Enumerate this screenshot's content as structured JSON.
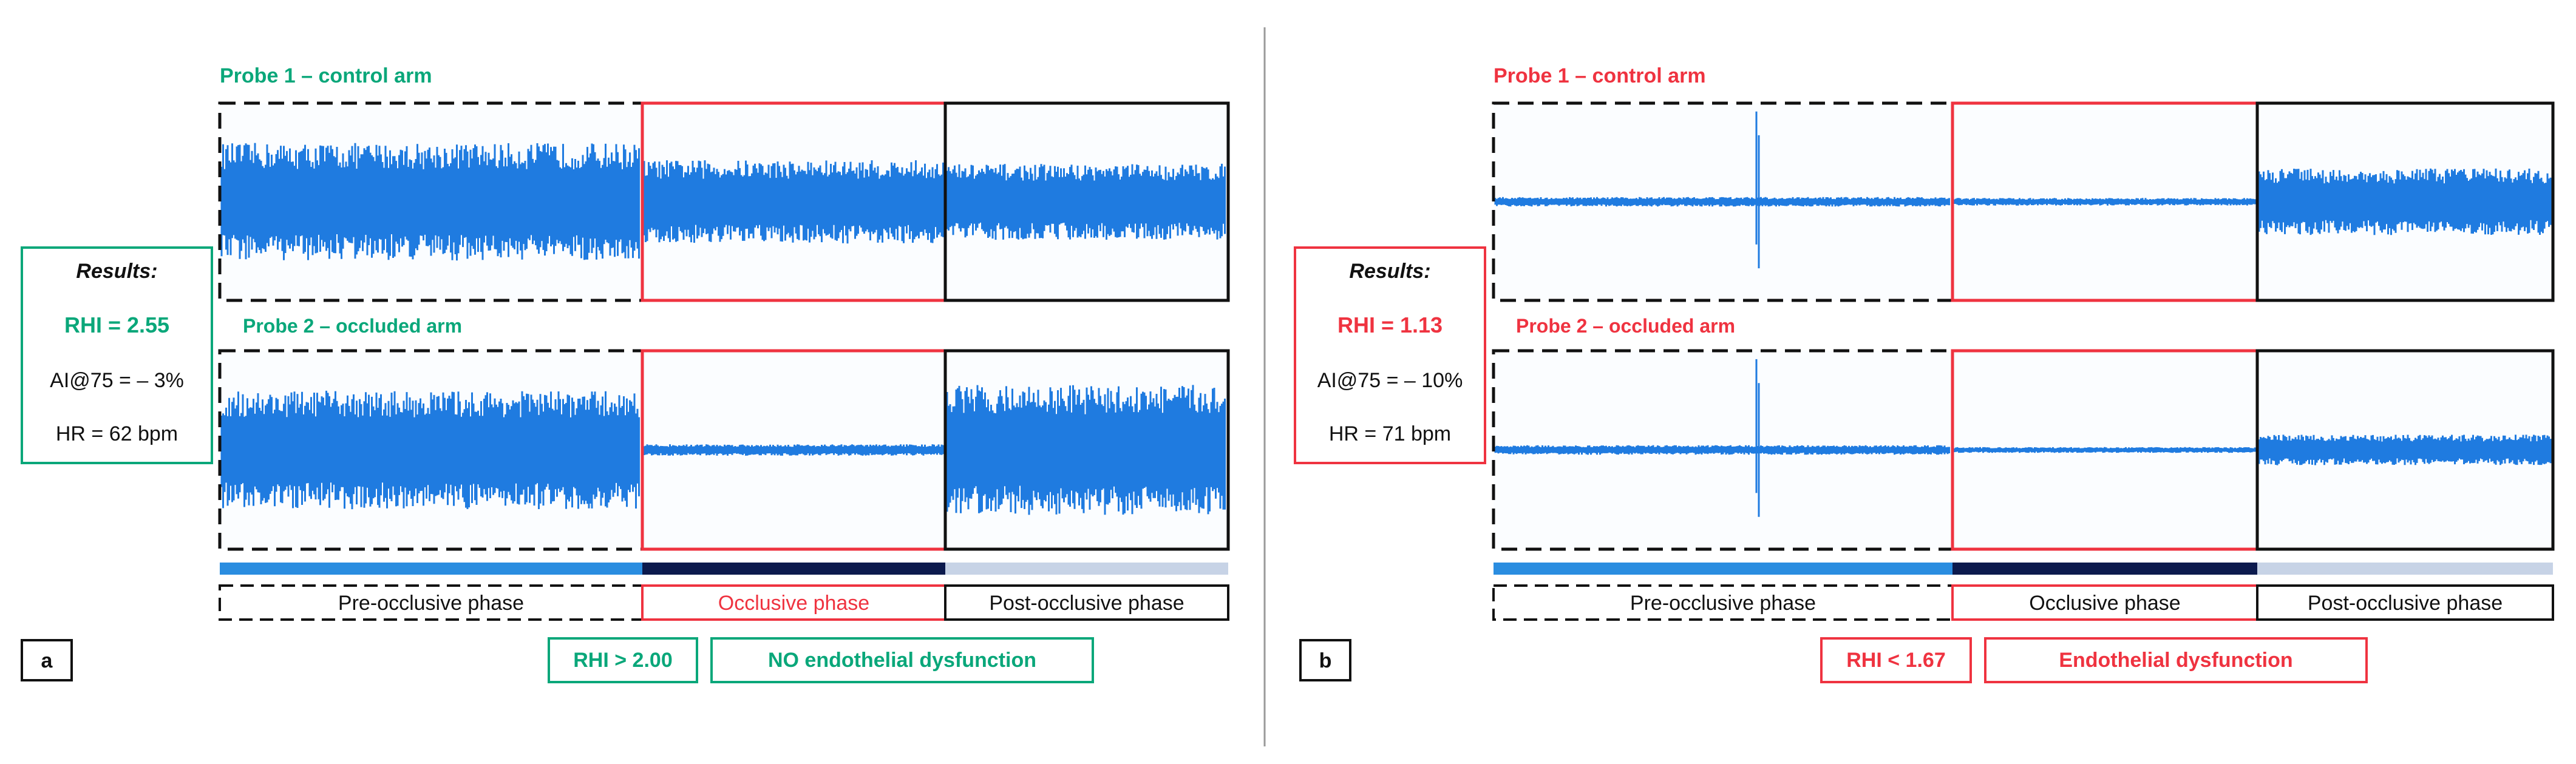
{
  "colors": {
    "signal": "#1f7be0",
    "green": "#0aa77a",
    "red": "#ef3340",
    "black": "#111111",
    "phase_pre": "#2a8de0",
    "phase_occ": "#0c1a4d",
    "phase_post": "#c7d3e6",
    "divider": "#9a9a9a"
  },
  "panels": [
    {
      "id": "a",
      "letter": "a",
      "accent": "green",
      "probe1_label": "Probe 1 – control arm",
      "probe2_label": "Probe 2 – occluded arm",
      "results": {
        "heading": "Results:",
        "rhi": "RHI = 2.55",
        "ai": "AI@75 = – 3%",
        "hr": "HR = 62 bpm"
      },
      "phases": [
        "Pre-occlusive phase",
        "Occlusive phase",
        "Post-occlusive phase"
      ],
      "conclusion": {
        "threshold": "RHI > 2.00",
        "diagnosis": "NO endothelial dysfunction"
      },
      "signals": {
        "probe1": {
          "pre": 0.62,
          "occ": 0.44,
          "post": 0.4
        },
        "probe2": {
          "pre": 0.62,
          "occ": 0.06,
          "post": 0.68
        }
      }
    },
    {
      "id": "b",
      "letter": "b",
      "accent": "red",
      "probe1_label": "Probe 1 – control arm",
      "probe2_label": "Probe 2 – occluded arm",
      "results": {
        "heading": "Results:",
        "rhi": "RHI = 1.13",
        "ai": "AI@75 = – 10%",
        "hr": "HR = 71 bpm"
      },
      "phases": [
        "Pre-occlusive phase",
        "Occlusive phase",
        "Post-occlusive phase"
      ],
      "conclusion": {
        "threshold": "RHI < 1.67",
        "diagnosis": "Endothelial dysfunction"
      },
      "signals": {
        "probe1": {
          "pre": 0.05,
          "occ": 0.04,
          "post": 0.35
        },
        "probe2": {
          "pre": 0.05,
          "occ": 0.03,
          "post": 0.16
        }
      }
    }
  ]
}
